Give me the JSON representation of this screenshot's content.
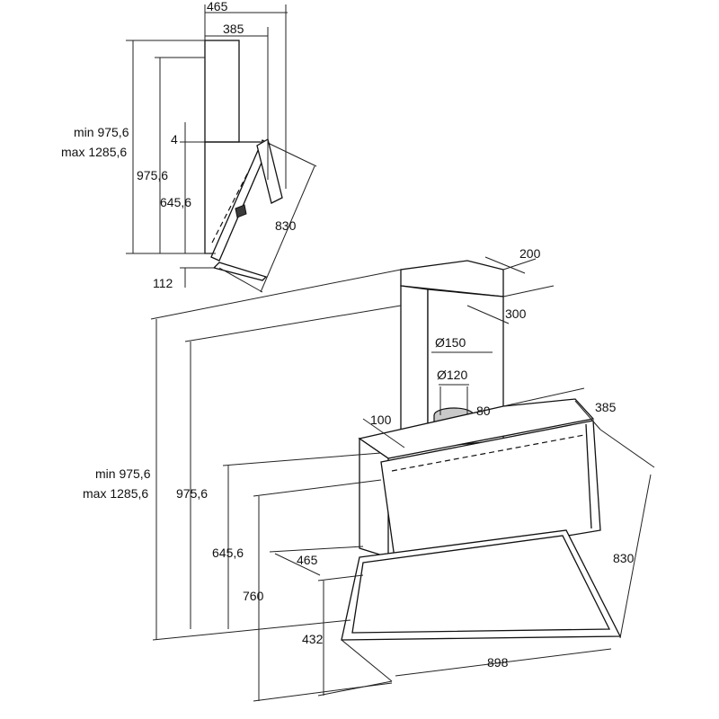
{
  "side_view": {
    "top_width_outer": "465",
    "top_width_inner": "385",
    "min_label": "min 975,6",
    "max_label": "max 1285,6",
    "gap_4": "4",
    "height_975": "975,6",
    "height_645": "645,6",
    "depth_830": "830",
    "bottom_112": "112"
  },
  "front_view": {
    "chimney_depth_200": "200",
    "chimney_width_300": "300",
    "duct_150": "Ø150",
    "duct_120": "Ø120",
    "offset_80": "80",
    "offset_100": "100",
    "depth_385": "385",
    "min_label": "min 975,6",
    "max_label": "max 1285,6",
    "height_975": "975,6",
    "height_645": "645,6",
    "height_760": "760",
    "depth_465": "465",
    "height_432": "432",
    "depth_830": "830",
    "width_898": "898"
  }
}
